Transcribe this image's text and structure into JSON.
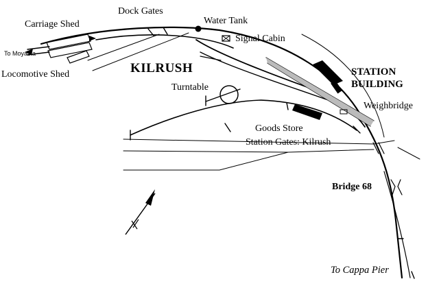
{
  "labels": {
    "dock_gates": "Dock Gates",
    "carriage_shed": "Carriage Shed",
    "water_tank": "Water Tank",
    "signal_cabin": "Signal Cabin",
    "to_moyasta": "To Moyasta",
    "locomotive_shed": "Locomotive Shed",
    "kilrush": "KILRUSH",
    "station_building_line1": "STATION",
    "station_building_line2": "BUILDING",
    "turntable": "Turntable",
    "weighbridge": "Weighbridge",
    "goods_store": "Goods Store",
    "station_gates": "Station Gates: Kilrush",
    "bridge": "Bridge 68",
    "to_cappa_pier": "To Cappa Pier"
  },
  "colors": {
    "ink": "#000000",
    "paper": "#ffffff"
  },
  "icons": {
    "north_arrow": "north-arrow-icon",
    "water_tank": "water-tank-icon",
    "signal_cabin": "signal-cabin-icon"
  }
}
